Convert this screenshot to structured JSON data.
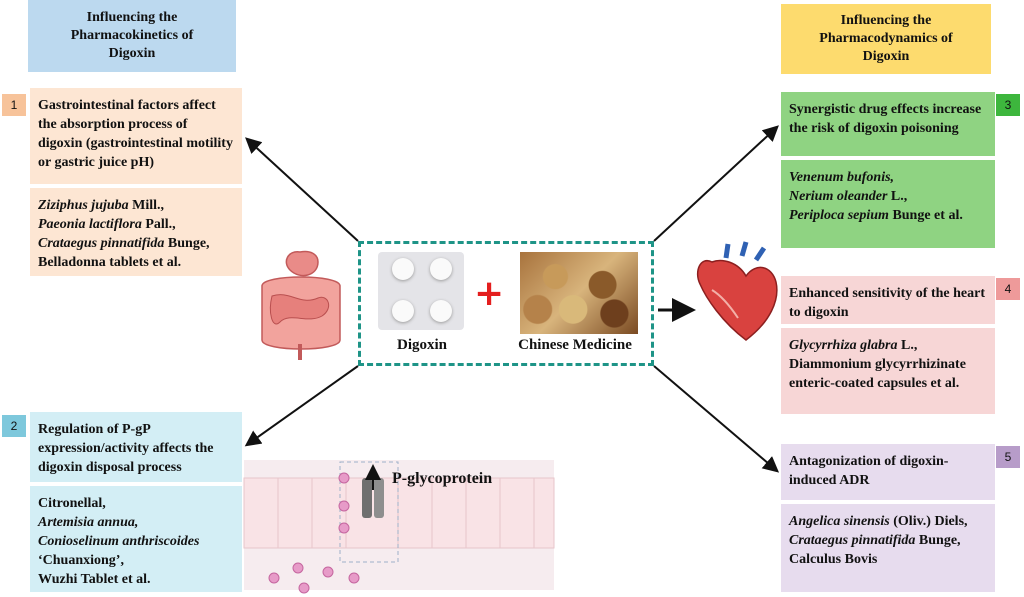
{
  "left_header": {
    "line1": "Influencing the",
    "line2": "Pharmacokinetics of",
    "line3": "Digoxin"
  },
  "right_header": {
    "line1": "Influencing the",
    "line2": "Pharmacodynamics of",
    "line3": "Digoxin"
  },
  "center": {
    "digoxin_label": "Digoxin",
    "plus": "+",
    "chinese_medicine_label": "Chinese Medicine"
  },
  "factors": [
    {
      "number": "1",
      "title": "Gastrointestinal factors affect the absorption process of digoxin (gastrointestinal motility or gastric juice pH)",
      "examples": {
        "e1": "Ziziphus jujuba",
        "e1b": " Mill.,",
        "e2": "Paeonia lactiflora",
        "e2b": " Pall.,",
        "e3": "Crataegus pinnatifida",
        "e3b": " Bunge,",
        "e4": "Belladonna tablets et al."
      }
    },
    {
      "number": "2",
      "title": "Regulation of P-gP expression/activity affects the digoxin disposal process",
      "examples": {
        "e1": "Citronellal,",
        "e2": "Artemisia annua,",
        "e3": "Conioselinum anthriscoides",
        "e4": "‘Chuanxiong’,",
        "e5": "Wuzhi Tablet et al."
      }
    },
    {
      "number": "3",
      "title": "Synergistic drug effects increase the risk of digoxin poisoning",
      "examples": {
        "e1": "Venenum bufonis,",
        "e2": "Nerium oleander",
        "e2b": " L.,",
        "e3": "Periploca sepium",
        "e3b": " Bunge et al."
      }
    },
    {
      "number": "4",
      "title": "Enhanced sensitivity of the heart to digoxin",
      "examples": {
        "e1": "Glycyrrhiza glabra",
        "e1b": " L.,",
        "e2": "Diammonium glycyrrhizinate enteric-coated capsules et al."
      }
    },
    {
      "number": "5",
      "title": "Antagonization of digoxin-induced ADR",
      "examples": {
        "e1": "Angelica sinensis",
        "e1b": " (Oliv.) Diels,",
        "e2": "Crataegus pinnatifida",
        "e2b": " Bunge,",
        "e3": "Calculus Bovis"
      }
    }
  ],
  "pgp_label": "P-glycoprotein",
  "colors": {
    "teal_dash": "#1e9487",
    "plus_red": "#e41e1e",
    "arrow": "#111111"
  }
}
